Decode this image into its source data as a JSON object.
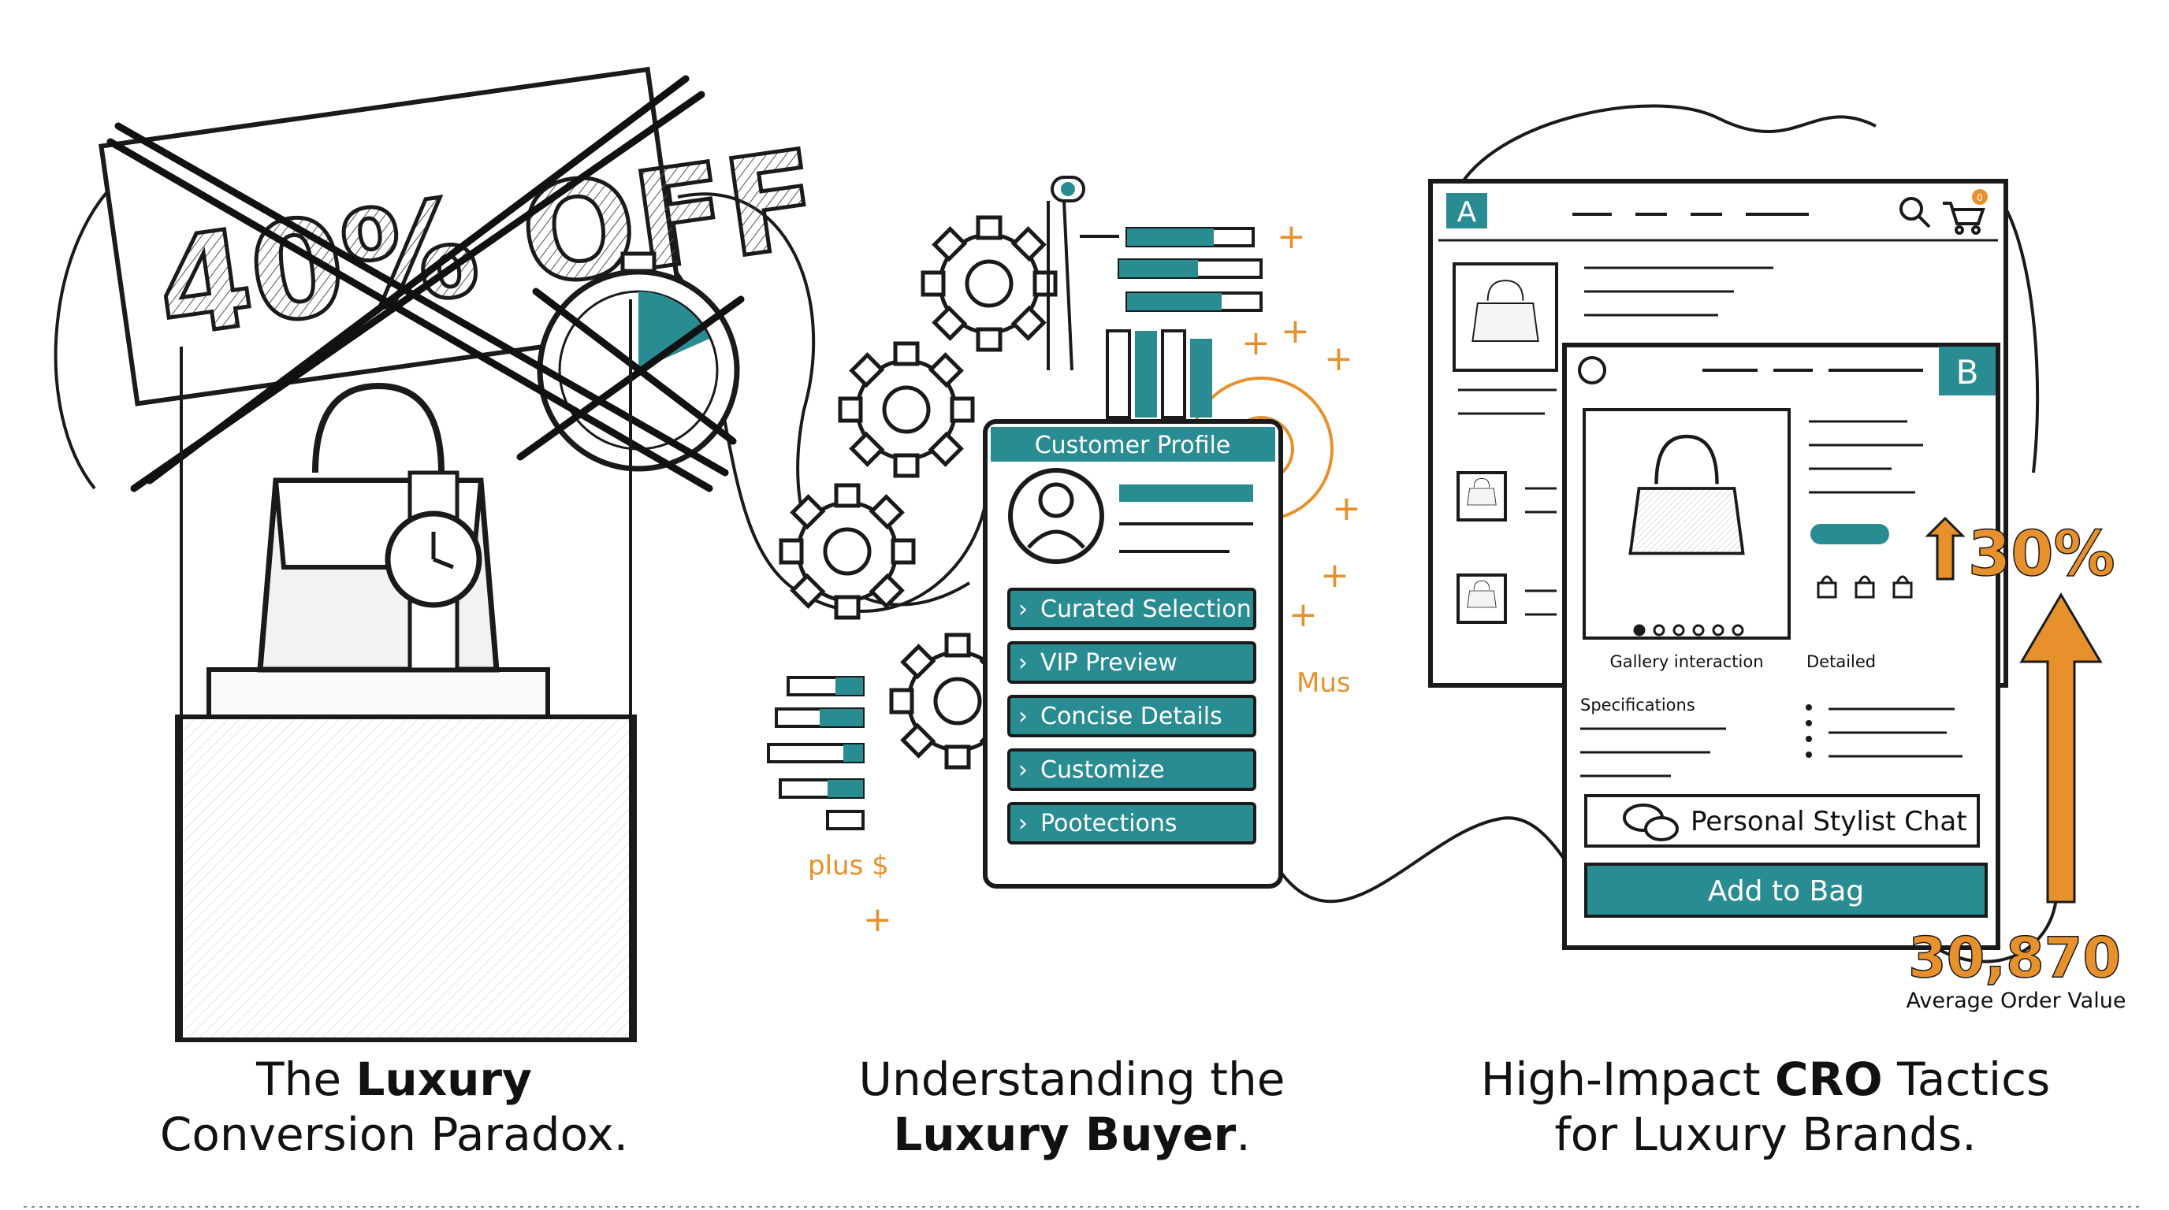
{
  "colors": {
    "teal": "#2a8c93",
    "orange": "#e8912c",
    "ink": "#1a1a1a"
  },
  "panel1": {
    "sale_sign": "40% OFF",
    "caption": {
      "part1": "The ",
      "bold": "Luxury",
      "part2": "Conversion Paradox."
    }
  },
  "panel2": {
    "profile_title": "Customer Profile",
    "menu_items": [
      "Curated Selection",
      "VIP Preview",
      "Concise Details",
      "Customize",
      "Pootections"
    ],
    "label_mus": "Mus",
    "label_plus": "plus $",
    "caption": {
      "part1": "Understanding the",
      "bold": "Luxury Buyer",
      "part2": "."
    }
  },
  "panel3": {
    "badge_a": "A",
    "badge_b": "B",
    "gallery_label": "Gallery interaction",
    "detailed_label": "Detailed",
    "specs_label": "Specifications",
    "chat_label": "Personal Stylist Chat",
    "add_to_bag": "Add to Bag",
    "uplift": "30%",
    "aov_value": "30,870",
    "aov_label": "Average Order Value",
    "cart_count": "0",
    "caption": {
      "part1": "High-Impact ",
      "bold": "CRO",
      "part2": " Tactics",
      "line2": "for Luxury Brands."
    }
  }
}
